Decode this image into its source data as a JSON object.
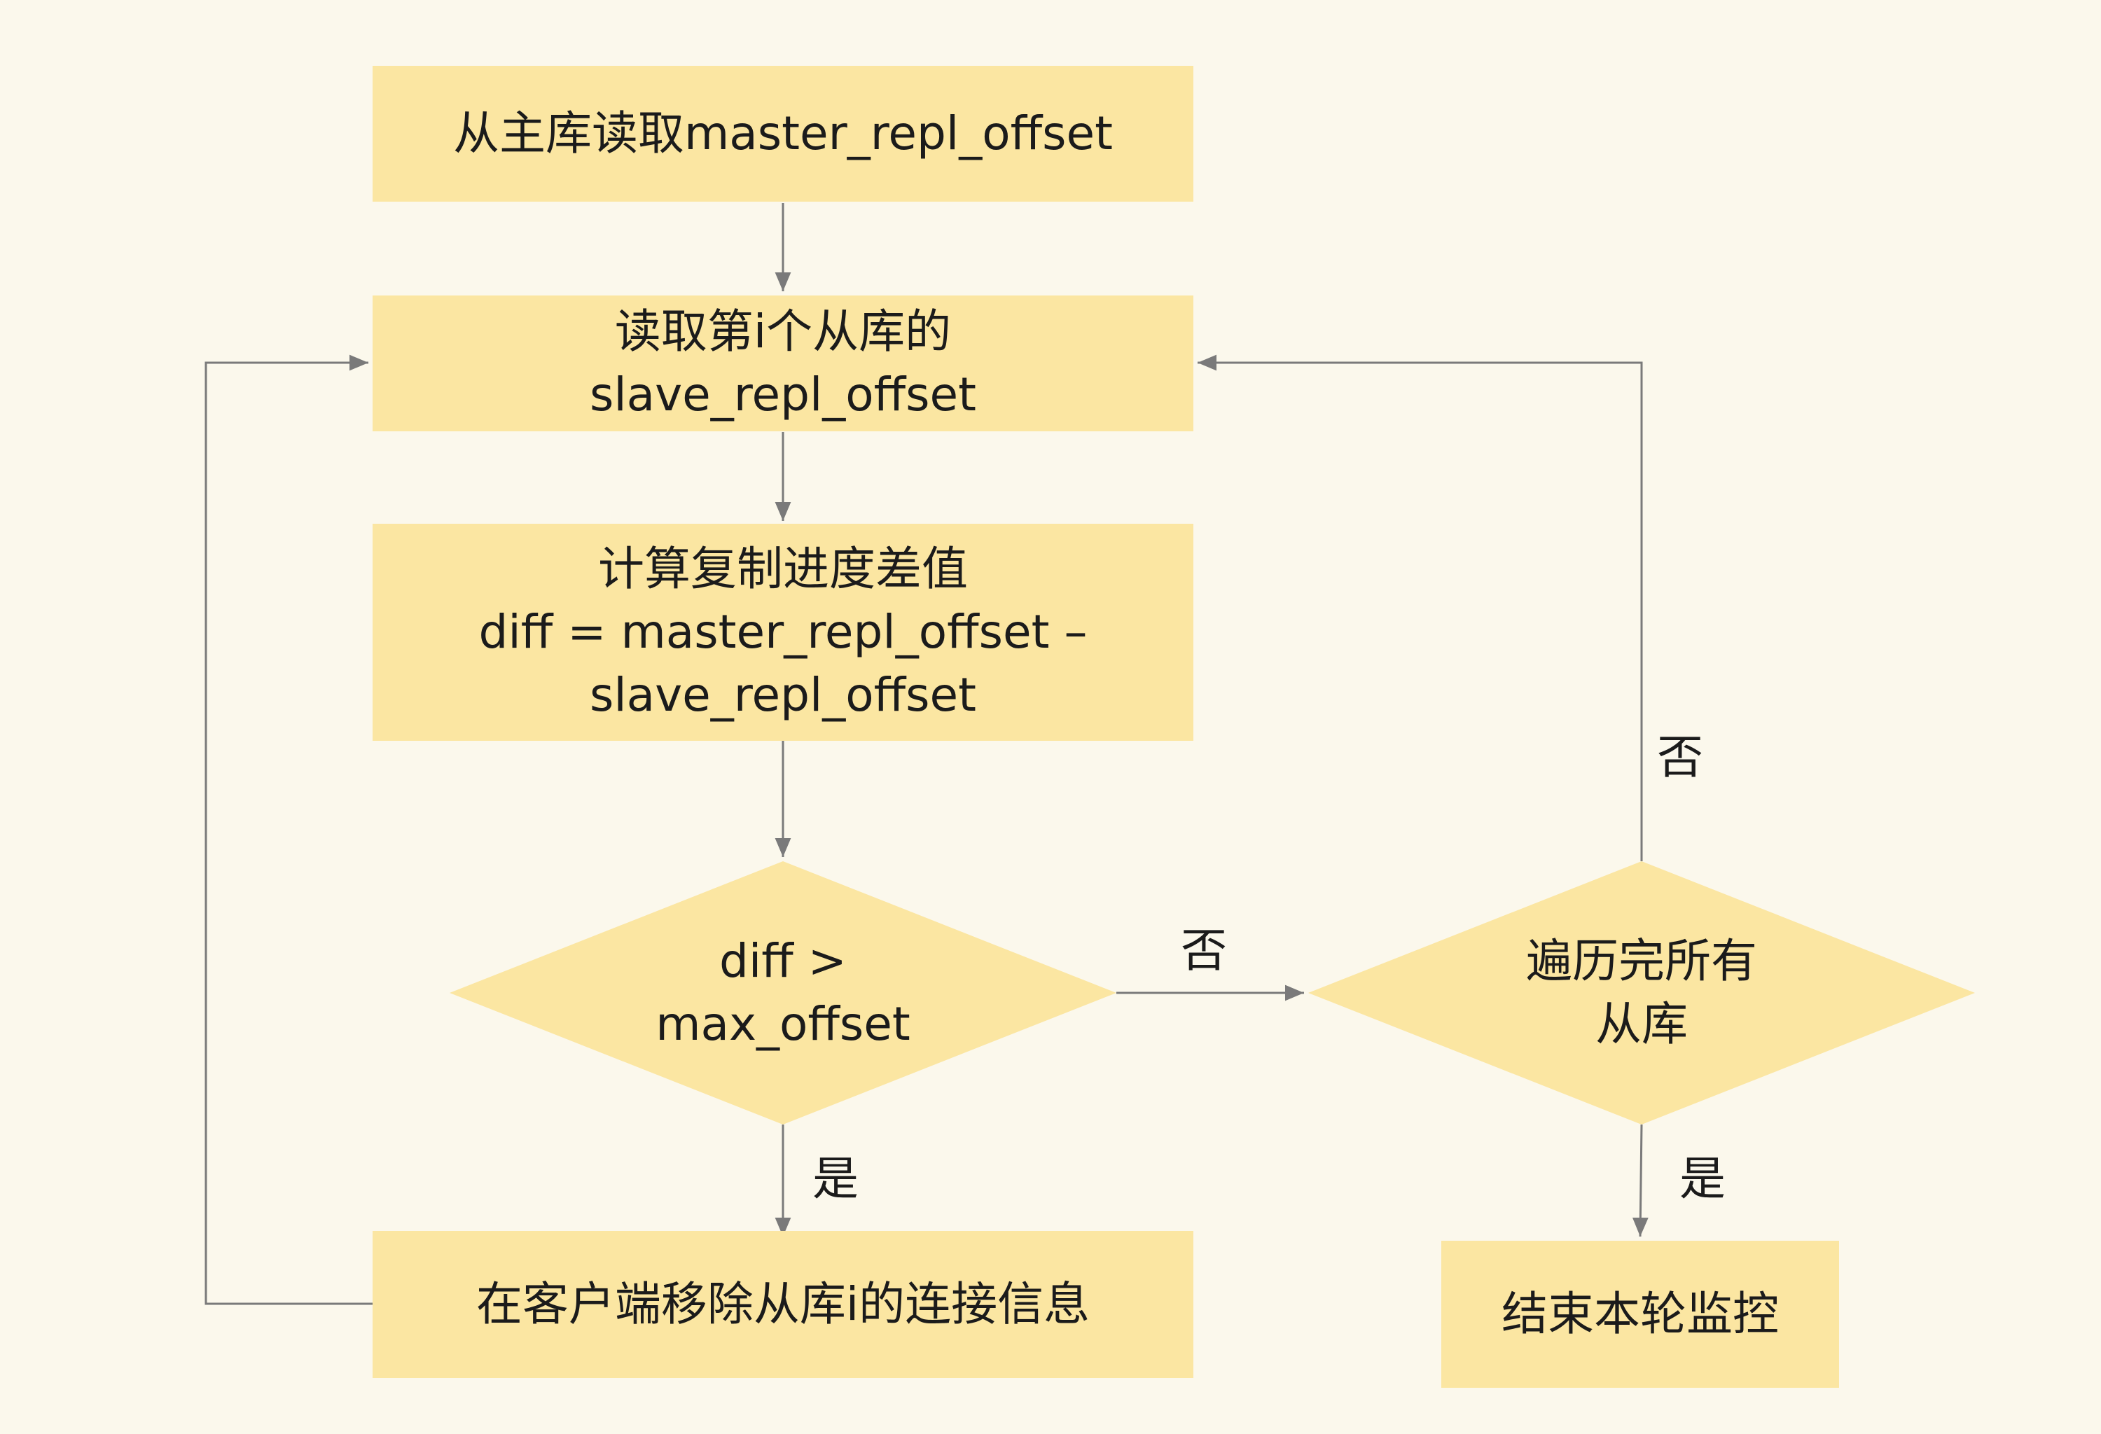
{
  "nodes": {
    "read_master": {
      "lines": [
        "从主库读取master_repl_offset"
      ]
    },
    "read_slave": {
      "lines": [
        "读取第i个从库的",
        "slave_repl_offset"
      ]
    },
    "compute_diff": {
      "lines": [
        "计算复制进度差值",
        "diff = master_repl_offset –",
        "slave_repl_offset"
      ]
    },
    "check_diff": {
      "lines": [
        "diff >",
        "max_offset"
      ]
    },
    "check_all": {
      "lines": [
        "遍历完所有",
        "从库"
      ]
    },
    "remove_conn": {
      "lines": [
        "在客户端移除从库i的连接信息"
      ]
    },
    "end_monitor": {
      "lines": [
        "结束本轮监控"
      ]
    }
  },
  "edge_labels": {
    "diff_no": "否",
    "diff_yes": "是",
    "all_no": "否",
    "all_yes": "是"
  },
  "colors": {
    "background": "#fbf8ec",
    "node_fill": "#fbe6a2",
    "edge": "#7a7a7a",
    "text": "#1b1b1b"
  }
}
